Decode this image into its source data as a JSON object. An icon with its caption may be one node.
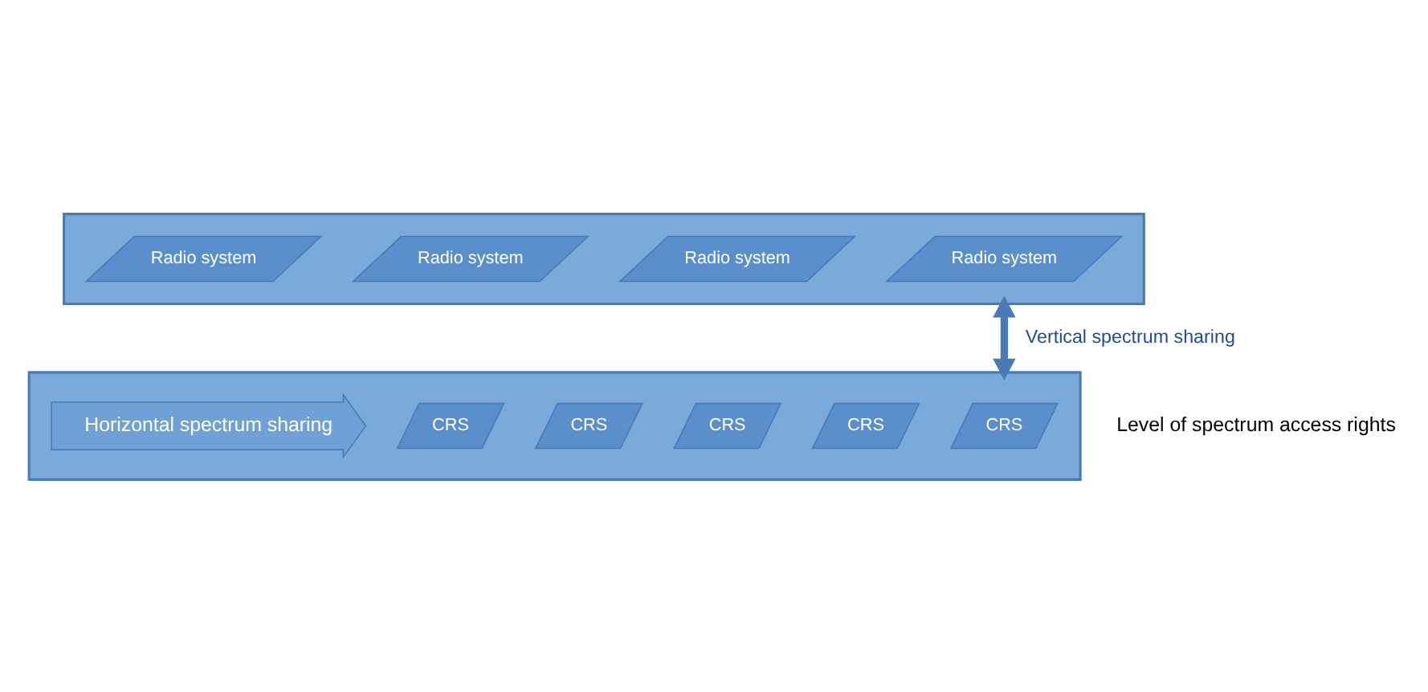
{
  "diagram": {
    "nodes": [
      {
        "text": [],
        "shape": "box"
      },
      {
        "text": [
          "Radio system"
        ],
        "in": 0
      },
      {
        "text": [
          "Radio system"
        ],
        "in": 0
      },
      {
        "text": [
          "Radio system"
        ],
        "in": 0
      },
      {
        "text": [
          "Radio system"
        ],
        "in": 0
      },
      {
        "text": [],
        "shape": "box"
      },
      {
        "text": [
          "CRS"
        ],
        "in": 5
      },
      {
        "text": [
          "CRS"
        ],
        "in": 5
      },
      {
        "text": [
          "CRS"
        ],
        "in": 5
      },
      {
        "text": [
          "CRS"
        ],
        "in": 5
      },
      {
        "text": [
          "CRS"
        ],
        "in": 5
      },
      {
        "text": [
          "Horizontal spectrum sharing"
        ],
        "in": 5
      }
    ],
    "edges": [
      {
        "from": 5,
        "to": 0,
        "arrow": "both",
        "label": "Vertical spectrum sharing"
      }
    ],
    "labels": [
      "Level of spectrum access rights"
    ]
  }
}
